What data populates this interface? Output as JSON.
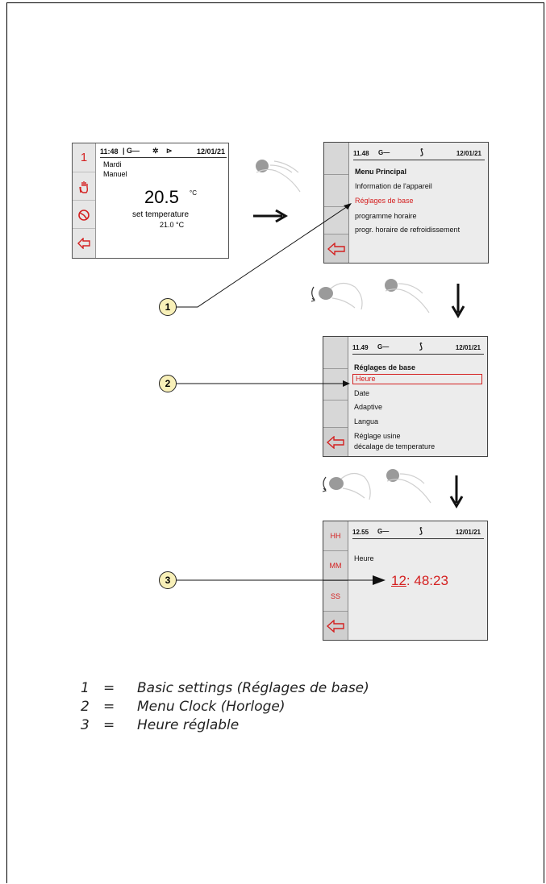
{
  "home": {
    "sidebar_number": "1",
    "time": "11:48",
    "date": "12/01/21",
    "day": "Mardi",
    "mode": "Manuel",
    "temperature": "20.5",
    "unit": "°C",
    "set_label": "set temperature",
    "set_value": "21.0 °C"
  },
  "menu1": {
    "time": "11.48",
    "date": "12/01/21",
    "title": "Menu Principal",
    "items": [
      "Information de l'appareil",
      "Réglages de base",
      "programme horaire",
      "progr. horaire de refroidissement"
    ]
  },
  "menu2": {
    "time": "11.49",
    "date": "12/01/21",
    "title": "Réglages de base",
    "items": [
      "Heure",
      "Date",
      "Adaptive",
      "Langua",
      "Réglage usine",
      "décalage de temperature"
    ]
  },
  "menu3": {
    "time": "12.55",
    "date": "12/01/21",
    "side": [
      "HH",
      "MM",
      "SS"
    ],
    "title": "Heure",
    "hours": "12",
    "rest": ": 48:23"
  },
  "callouts": [
    "1",
    "2",
    "3"
  ],
  "legend": [
    {
      "num": "1",
      "eq": "=",
      "text": "Basic settings (Réglages de base)"
    },
    {
      "num": "2",
      "eq": "=",
      "text": "Menu Clock (Horloge)"
    },
    {
      "num": "3",
      "eq": "=",
      "text": "Heure réglable"
    }
  ],
  "colors": {
    "accent": "#d42020",
    "callout_fill": "#f8f0b8",
    "screen_bg": "#ececec"
  }
}
